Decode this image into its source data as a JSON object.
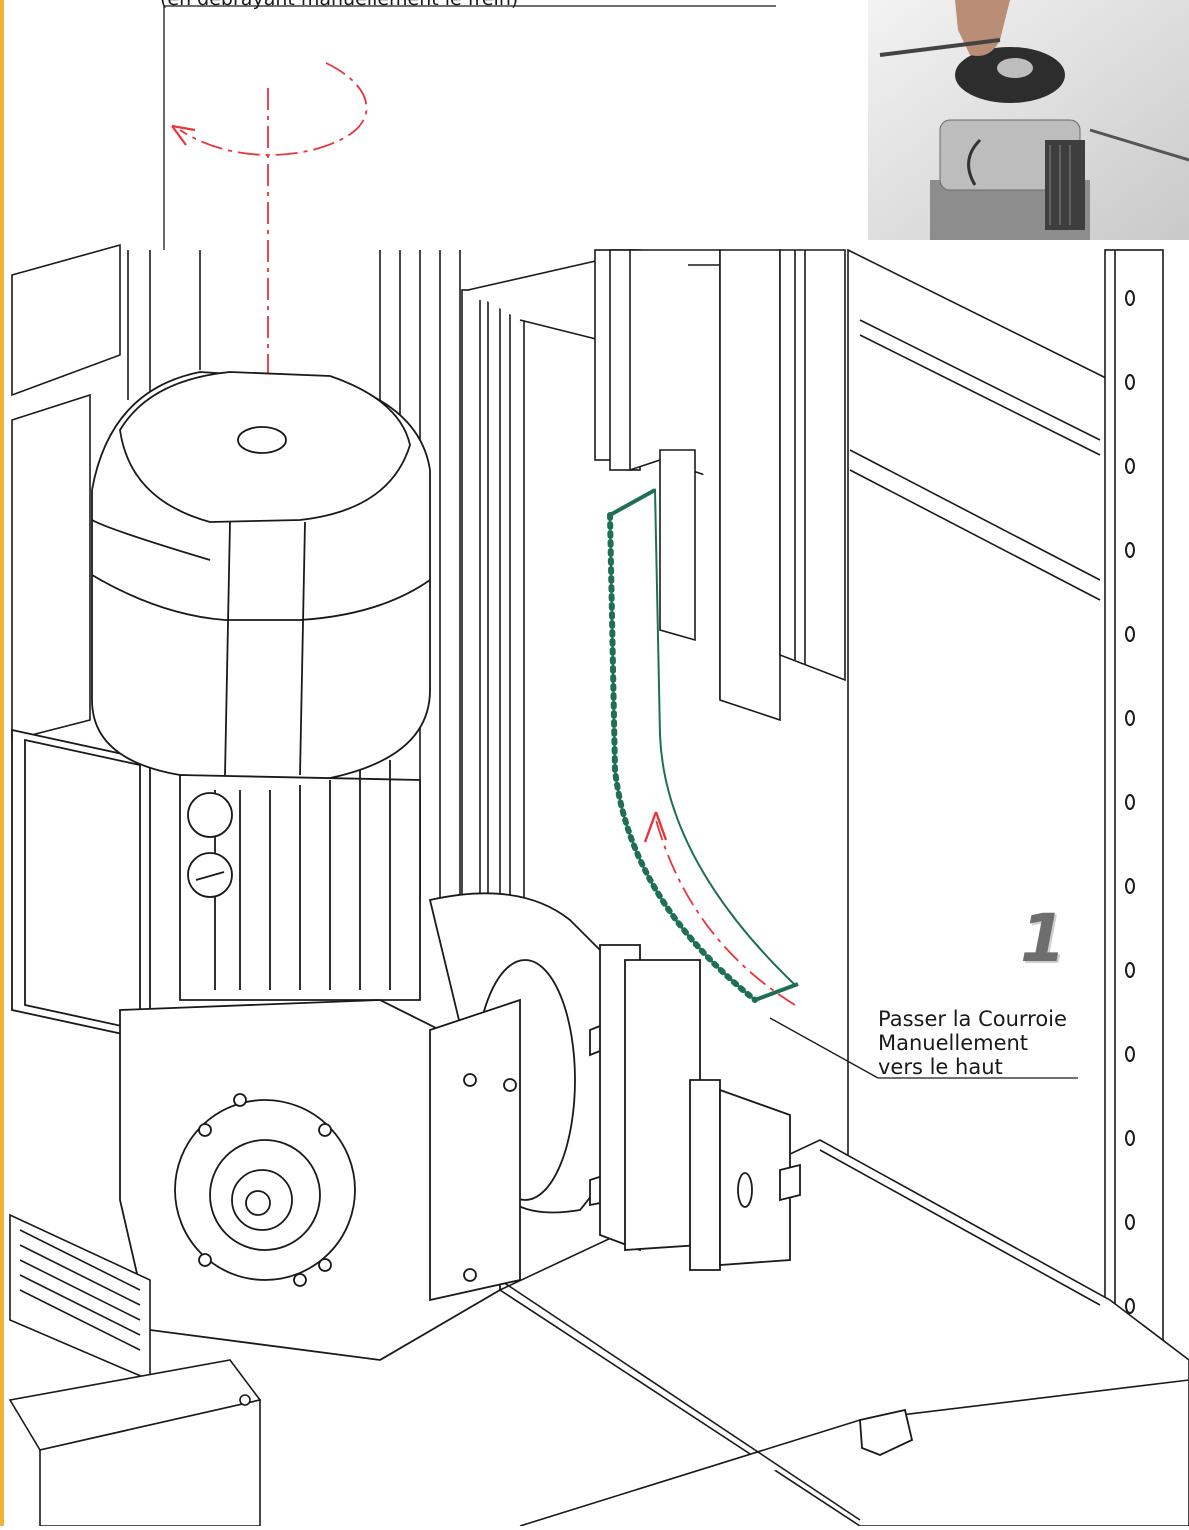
{
  "callouts": {
    "top": "(en débrayant manuellement  le frein)",
    "belt": [
      "Passer la Courroie",
      "Manuellement",
      "vers le haut"
    ]
  },
  "step_number": "1",
  "colors": {
    "line": "#1a1a1a",
    "arrow_red": "#e8343b",
    "belt_green": "#1f6f55",
    "accent_bar": "#f2b233",
    "photo_gray": "#7d7d7d"
  },
  "icons": {
    "rotation_arrow": "rotation-arrow-icon",
    "belt_direction_arrow": "up-arrow-icon"
  }
}
